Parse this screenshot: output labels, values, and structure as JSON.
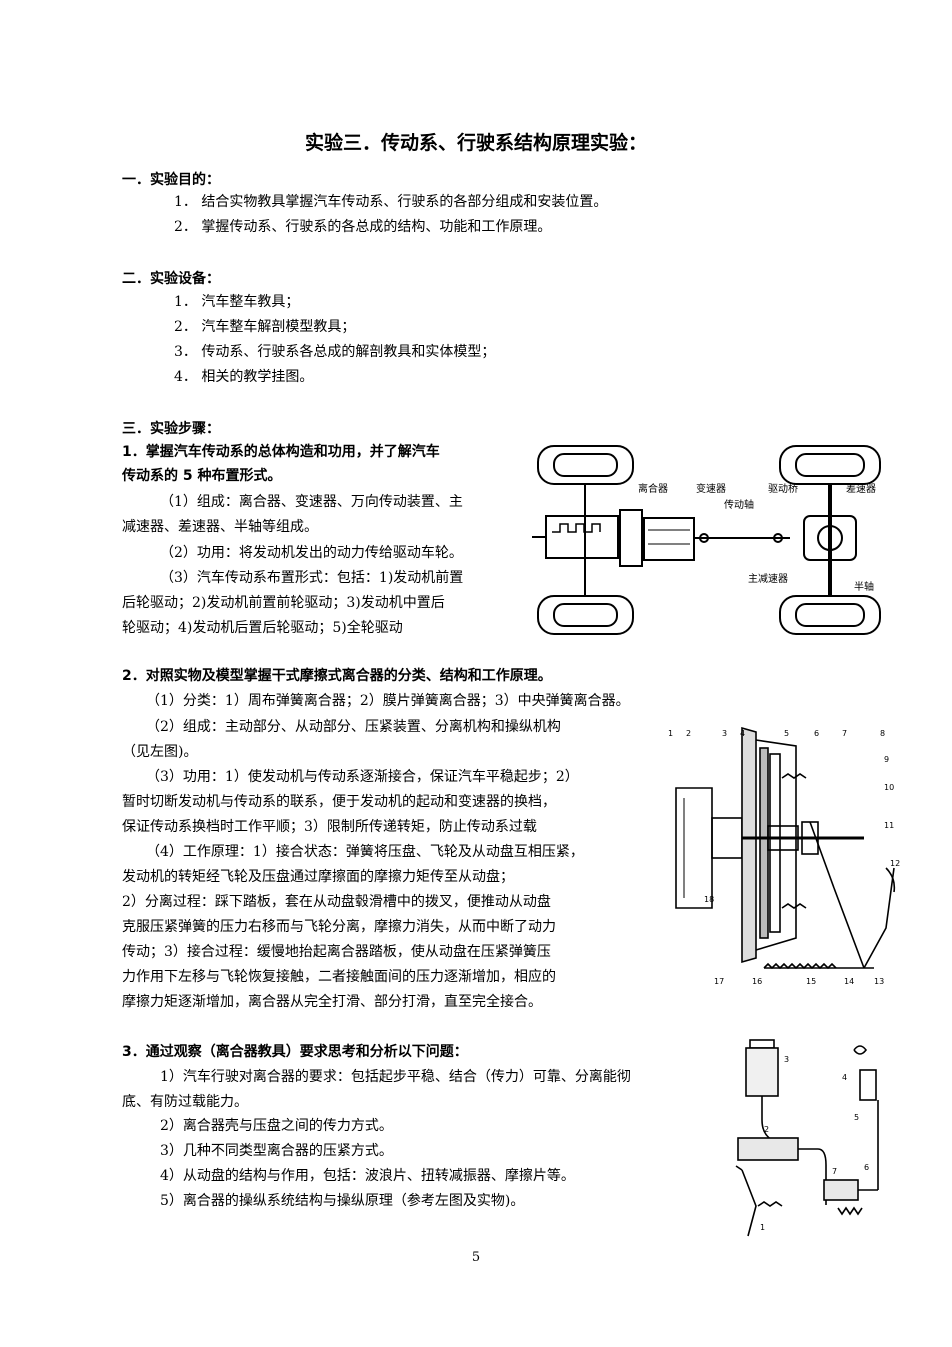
{
  "title": "实验三．传动系、行驶系结构原理实验：",
  "sec1": {
    "heading": "一．实验目的：",
    "items": [
      "1．  结合实物教具掌握汽车传动系、行驶系的各部分组成和安装位置。",
      "2．  掌握传动系、行驶系的各总成的结构、功能和工作原理。"
    ]
  },
  "sec2": {
    "heading": "二．实验设备：",
    "items": [
      "1．  汽车整车教具；",
      "2．  汽车整车解剖模型教具；",
      "3．  传动系、行驶系各总成的解剖教具和实体模型；",
      "4．  相关的教学挂图。"
    ]
  },
  "sec3": {
    "heading": "三．实验步骤：",
    "step1": {
      "title_lines": [
        "1．掌握汽车传动系的总体构造和功用，并了解汽车",
        "传动系的 5 种布置形式。"
      ],
      "body_lines": [
        "（1）组成：离合器、变速器、万向传动装置、主",
        "减速器、差速器、半轴等组成。",
        "（2）功用：将发动机发出的动力传给驱动车轮。",
        "（3）汽车传动系布置形式：包括：1)发动机前置",
        "后轮驱动；2)发动机前置前轮驱动；3)发动机中置后",
        "轮驱动；4)发动机后置后轮驱动；5)全轮驱动"
      ],
      "figure_labels": {
        "clutch": "离合器",
        "gearbox": "变速器",
        "drive_shaft": "传动轴",
        "drive_axle": "驱动桥",
        "differential": "差速器",
        "final_drive": "主减速器",
        "half_shaft": "半轴"
      }
    },
    "step2": {
      "title": "2．对照实物及模型掌握干式摩擦式离合器的分类、结构和工作原理。",
      "lines": [
        "（1）分类：1）周布弹簧离合器；2）膜片弹簧离合器；3）中央弹簧离合器。",
        "（2）组成：主动部分、从动部分、压紧装置、分离机构和操纵机构",
        "（见左图)。",
        "（3）功用：1）使发动机与传动系逐渐接合，保证汽车平稳起步；2）",
        "暂时切断发动机与传动系的联系，便于发动机的起动和变速器的换档，",
        "保证传动系换档时工作平顺；3）限制所传递转矩，防止传动系过载",
        "（4）工作原理：1）接合状态：弹簧将压盘、飞轮及从动盘互相压紧，",
        "发动机的转矩经飞轮及压盘通过摩擦面的摩擦力矩传至从动盘；",
        "2）分离过程：踩下踏板，套在从动盘毂滑槽中的拨叉，便推动从动盘",
        "克服压紧弹簧的压力右移而与飞轮分离，摩擦力消失，从而中断了动力",
        "传动；3）接合过程：缓慢地抬起离合器踏板，使从动盘在压紧弹簧压",
        "力作用下左移与飞轮恢复接触，二者接触面间的压力逐渐增加，相应的",
        "摩擦力矩逐渐增加，离合器从完全打滑、部分打滑，直至完全接合。"
      ],
      "figure_numbers": [
        "1",
        "2",
        "3",
        "4",
        "5",
        "6",
        "7",
        "8",
        "9",
        "10",
        "11",
        "12",
        "13",
        "14",
        "15",
        "16",
        "17",
        "18"
      ]
    },
    "step3": {
      "title": "3．通过观察（离合器教具）要求思考和分析以下问题：",
      "lines": [
        "1）汽车行驶对离合器的要求：包括起步平稳、结合（传力）可靠、分离能彻",
        "底、有防过载能力。",
        "2）离合器壳与压盘之间的传力方式。",
        "3）几种不同类型离合器的压紧方式。",
        "4）从动盘的结构与作用，包括：波浪片、扭转减振器、摩擦片等。",
        "5）离合器的操纵系统结构与操纵原理（参考左图及实物)。"
      ],
      "figure_numbers": [
        "1",
        "2",
        "3",
        "4",
        "5",
        "6",
        "7"
      ]
    }
  },
  "page_number": "5"
}
